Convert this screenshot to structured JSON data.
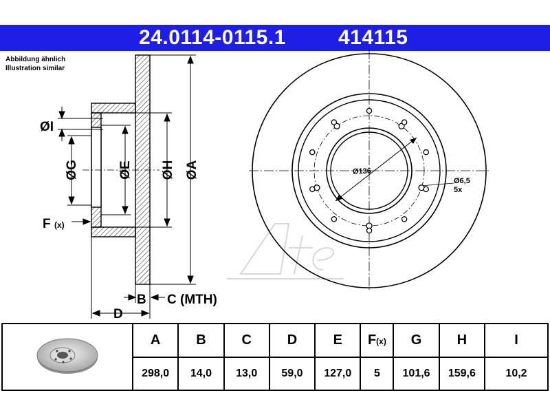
{
  "header": {
    "part_number": "24.0114-0115.1",
    "code": "414115"
  },
  "note": {
    "line1": "Abbildung ähnlich",
    "line2": "Illustration similar"
  },
  "side_labels": {
    "dim_i": "ØI",
    "dim_g": "ØG",
    "dim_e": "ØE",
    "dim_h": "ØH",
    "dim_a": "ØA",
    "f": "F",
    "f_sub": "(x)",
    "b": "B",
    "c": "C (MTH)",
    "d": "D"
  },
  "front_labels": {
    "pcd": "Ø136",
    "hole": "Ø6,5",
    "hole_count": "5x"
  },
  "table": {
    "headers": [
      "A",
      "B",
      "C",
      "D",
      "E",
      "F",
      "G",
      "H",
      "I"
    ],
    "f_sub": "(x)",
    "values": [
      "298,0",
      "14,0",
      "13,0",
      "59,0",
      "127,0",
      "5",
      "101,6",
      "159,6",
      "10,2"
    ]
  },
  "colors": {
    "header_bg": "#1e1ee6",
    "header_text": "#ffffff"
  }
}
